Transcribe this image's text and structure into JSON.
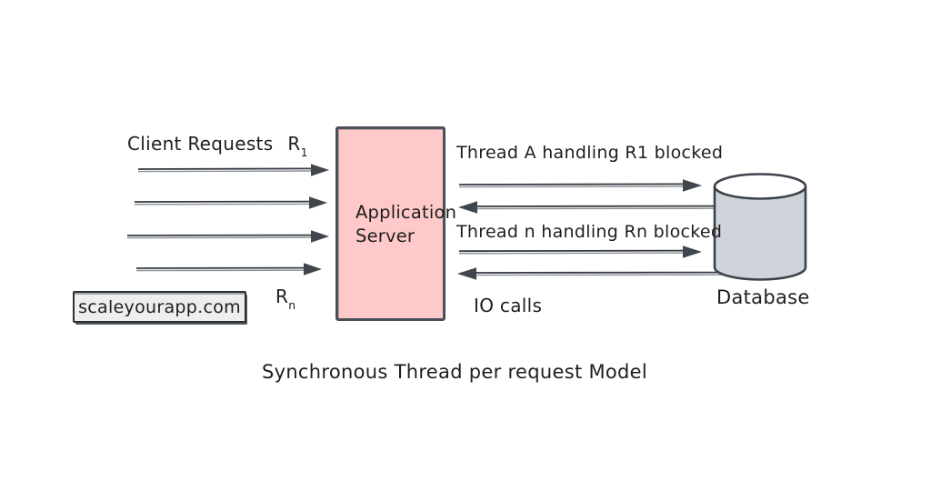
{
  "diagram": {
    "title": "Synchronous Thread per request Model",
    "watermark": "scaleyourapp.com",
    "client_requests": {
      "label": "Client Requests",
      "first_request_base": "R",
      "first_request_sub": "1",
      "last_request_base": "R",
      "last_request_sub": "n"
    },
    "app_server": {
      "label": "Application Server"
    },
    "db_interaction": {
      "thread_a_label": "Thread A handling R1 blocked",
      "thread_n_label": "Thread n handling Rn blocked",
      "io_calls_label": "IO calls"
    },
    "database": {
      "label": "Database"
    },
    "colors": {
      "app_server_fill": "#ffc9c9",
      "database_fill": "#ced4da",
      "watermark_fill": "#eceef0",
      "stroke_dark": "#343a40",
      "stroke_light": "#8a9096",
      "arrowhead_fill": "#40464d",
      "text": "#1e1e1e",
      "background": "#ffffff"
    }
  }
}
